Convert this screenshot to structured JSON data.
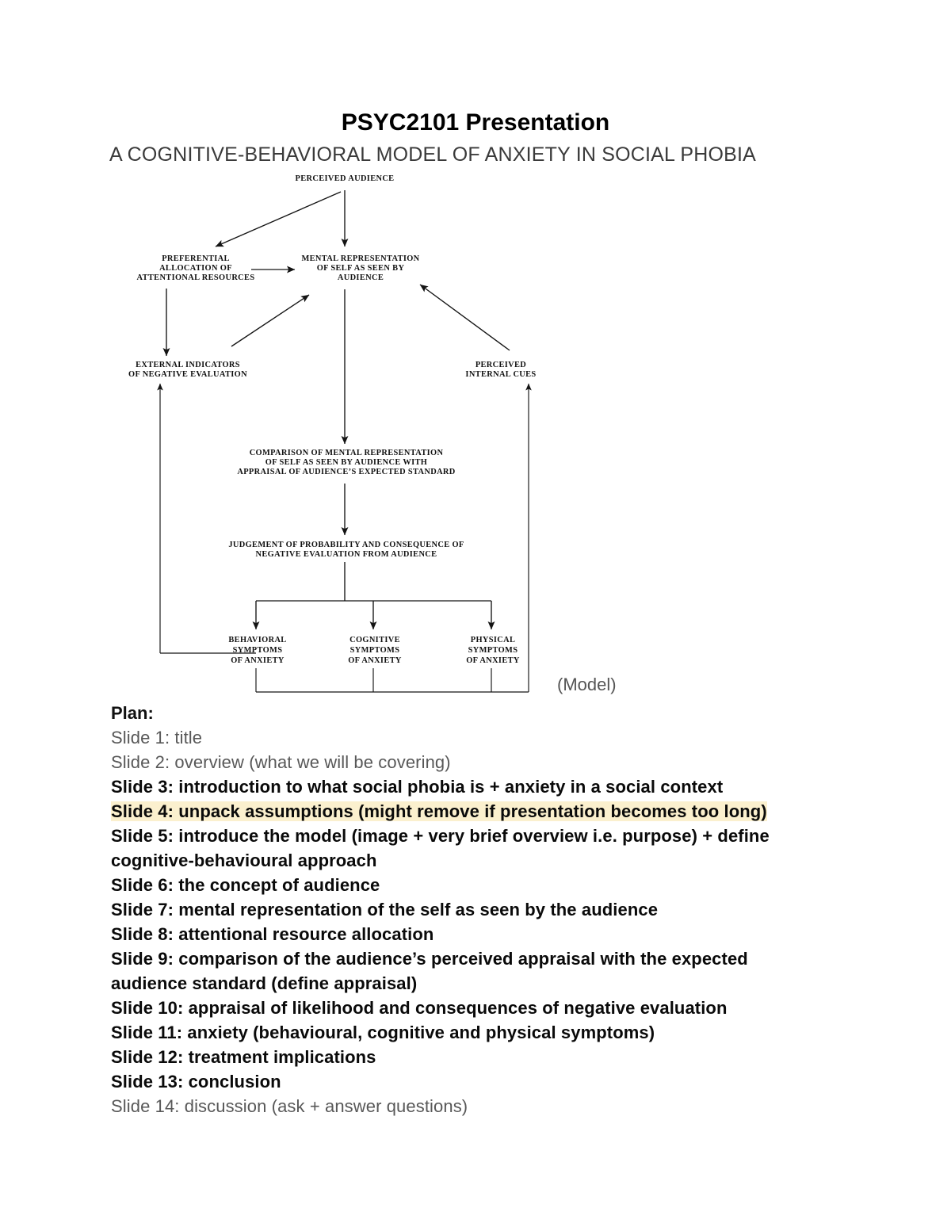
{
  "document": {
    "title": "PSYC2101 Presentation",
    "subtitle": "A COGNITIVE-BEHAVIORAL MODEL OF ANXIETY IN SOCIAL PHOBIA",
    "figure_caption": "(Model)"
  },
  "diagram": {
    "name": "cognitive-behavioral-model-of-anxiety-in-social-phobia",
    "nodes": {
      "perceived_audience": "PERCEIVED AUDIENCE",
      "preferential_allocation_1": "PREFERENTIAL",
      "preferential_allocation_2": "ALLOCATION OF",
      "preferential_allocation_3": "ATTENTIONAL RESOURCES",
      "mental_representation_1": "MENTAL REPRESENTATION",
      "mental_representation_2": "OF SELF AS SEEN BY",
      "mental_representation_3": "AUDIENCE",
      "external_indicators_1": "EXTERNAL INDICATORS",
      "external_indicators_2": "OF NEGATIVE EVALUATION",
      "perceived_internal_cues_1": "PERCEIVED",
      "perceived_internal_cues_2": "INTERNAL CUES",
      "comparison_1": "COMPARISON OF MENTAL REPRESENTATION",
      "comparison_2": "OF SELF AS SEEN BY AUDIENCE WITH",
      "comparison_3": "APPRAISAL OF AUDIENCE’S EXPECTED STANDARD",
      "judgement_1": "JUDGEMENT OF PROBABILITY AND CONSEQUENCE OF",
      "judgement_2": "NEGATIVE EVALUATION FROM AUDIENCE",
      "behavioral_1": "BEHAVIORAL",
      "behavioral_2": "SYMPTOMS",
      "behavioral_3": "OF ANXIETY",
      "cognitive_1": "COGNITIVE",
      "cognitive_2": "SYMPTOMS",
      "cognitive_3": "OF ANXIETY",
      "physical_1": "PHYSICAL",
      "physical_2": "SYMPTOMS",
      "physical_3": "OF ANXIETY"
    }
  },
  "plan": {
    "heading": "Plan:",
    "items": [
      {
        "text": "Slide 1: title",
        "style": "muted",
        "highlight": false
      },
      {
        "text": "Slide 2: overview (what we will be covering)",
        "style": "muted",
        "highlight": false
      },
      {
        "text": "Slide 3: introduction to what social phobia is + anxiety in a social context",
        "style": "strong",
        "highlight": false
      },
      {
        "text": "Slide 4: unpack assumptions (might remove if presentation becomes too long)",
        "style": "strong",
        "highlight": true
      },
      {
        "text": "Slide 5: introduce the model (image + very brief overview i.e. purpose) + define cognitive-behavioural approach",
        "style": "strong",
        "highlight": false
      },
      {
        "text": "Slide 6: the concept of audience",
        "style": "strong",
        "highlight": false
      },
      {
        "text": "Slide 7: mental representation of the self as seen by the audience",
        "style": "strong",
        "highlight": false
      },
      {
        "text": "Slide 8: attentional resource allocation",
        "style": "strong",
        "highlight": false
      },
      {
        "text": "Slide 9: comparison of the audience’s perceived appraisal with the expected audience standard (define appraisal)",
        "style": "strong",
        "highlight": false
      },
      {
        "text": "Slide 10: appraisal of likelihood and consequences of negative evaluation",
        "style": "strong",
        "highlight": false
      },
      {
        "text": "Slide 11: anxiety (behavioural, cognitive and physical symptoms)",
        "style": "strong",
        "highlight": false
      },
      {
        "text": "Slide 12: treatment implications",
        "style": "strong",
        "highlight": false
      },
      {
        "text": "Slide 13: conclusion",
        "style": "strong",
        "highlight": false
      },
      {
        "text": "Slide 14: discussion (ask + answer questions)",
        "style": "muted",
        "highlight": false
      }
    ]
  },
  "colors": {
    "highlight": "#fbf0ce",
    "body_text": "#0a0a0a",
    "muted_text": "#585858",
    "diagram_stroke": "#141414"
  }
}
